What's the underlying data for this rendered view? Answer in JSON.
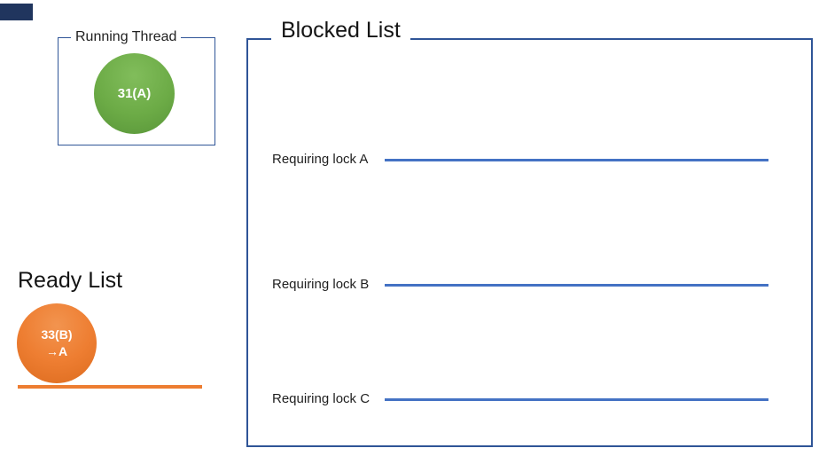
{
  "running_thread": {
    "title": "Running Thread",
    "thread": {
      "label": "31(A)"
    }
  },
  "ready_list": {
    "title": "Ready List",
    "thread": {
      "label_line1": "33(B)",
      "label_line2": "→A"
    }
  },
  "blocked_list": {
    "title": "Blocked List",
    "rows": [
      {
        "label": "Requiring lock A"
      },
      {
        "label": "Requiring lock B"
      },
      {
        "label": "Requiring lock C"
      }
    ]
  },
  "colors": {
    "box_border": "#2f5597",
    "lock_line": "#4472c4",
    "running_thread_fill": "#70ad47",
    "ready_thread_fill": "#ed7d31",
    "ready_underline": "#ed7d31",
    "corner_mark": "#20355e"
  }
}
